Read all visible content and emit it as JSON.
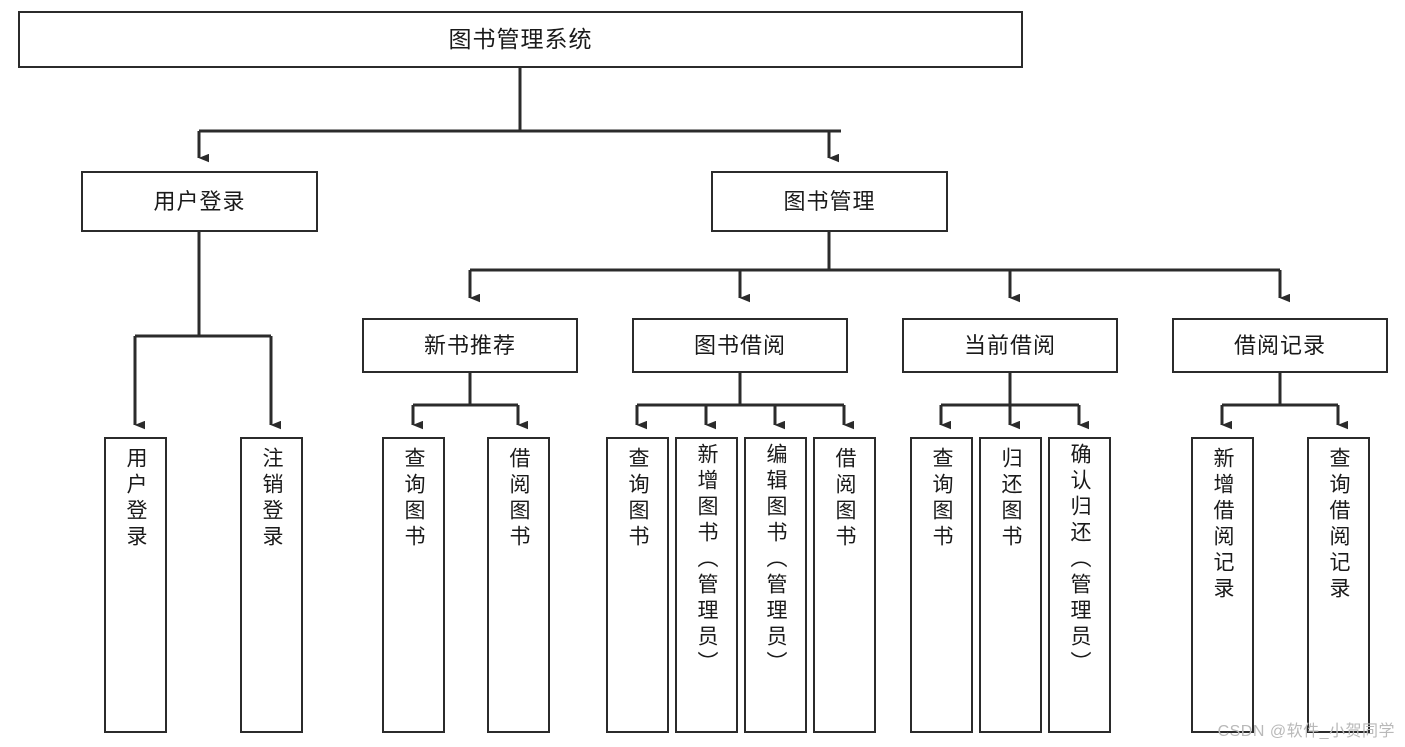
{
  "diagram": {
    "title": "图书管理系统",
    "type": "tree",
    "watermark": "CSDN @软件_小贺同学",
    "colors": {
      "stroke": "#2b2b2b",
      "fill": "#ffffff",
      "text": "#1a1a1a",
      "watermark": "#b9b9b9"
    },
    "nodes": {
      "root": {
        "label": "图书管理系统"
      },
      "level2": [
        {
          "label": "用户登录"
        },
        {
          "label": "图书管理"
        }
      ],
      "level3": [
        {
          "label": "新书推荐"
        },
        {
          "label": "图书借阅"
        },
        {
          "label": "当前借阅"
        },
        {
          "label": "借阅记录"
        }
      ],
      "leaves_user_login": [
        {
          "label": "用户登录"
        },
        {
          "label": "注销登录"
        }
      ],
      "leaves_new_books": [
        {
          "label": "查询图书"
        },
        {
          "label": "借阅图书"
        }
      ],
      "leaves_borrow": [
        {
          "label": "查询图书"
        },
        {
          "label": "新增图书（管理员）"
        },
        {
          "label": "编辑图书（管理员）"
        },
        {
          "label": "借阅图书"
        }
      ],
      "leaves_current": [
        {
          "label": "查询图书"
        },
        {
          "label": "归还图书"
        },
        {
          "label": "确认归还（管理员）"
        }
      ],
      "leaves_records": [
        {
          "label": "新增借阅记录"
        },
        {
          "label": "查询借阅记录"
        }
      ]
    },
    "edges": [
      {
        "from": "图书管理系统",
        "to": "用户登录"
      },
      {
        "from": "图书管理系统",
        "to": "图书管理"
      },
      {
        "from": "用户登录",
        "to": "用户登录"
      },
      {
        "from": "用户登录",
        "to": "注销登录"
      },
      {
        "from": "图书管理",
        "to": "新书推荐"
      },
      {
        "from": "图书管理",
        "to": "图书借阅"
      },
      {
        "from": "图书管理",
        "to": "当前借阅"
      },
      {
        "from": "图书管理",
        "to": "借阅记录"
      },
      {
        "from": "新书推荐",
        "to": "查询图书"
      },
      {
        "from": "新书推荐",
        "to": "借阅图书"
      },
      {
        "from": "图书借阅",
        "to": "查询图书"
      },
      {
        "from": "图书借阅",
        "to": "新增图书（管理员）"
      },
      {
        "from": "图书借阅",
        "to": "编辑图书（管理员）"
      },
      {
        "from": "图书借阅",
        "to": "借阅图书"
      },
      {
        "from": "当前借阅",
        "to": "查询图书"
      },
      {
        "from": "当前借阅",
        "to": "归还图书"
      },
      {
        "from": "当前借阅",
        "to": "确认归还（管理员）"
      },
      {
        "from": "借阅记录",
        "to": "新增借阅记录"
      },
      {
        "from": "借阅记录",
        "to": "查询借阅记录"
      }
    ]
  }
}
